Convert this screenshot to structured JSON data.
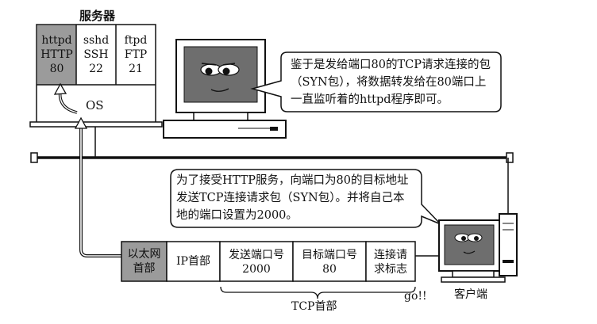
{
  "server": {
    "title": "服务器",
    "services": [
      {
        "name": "httpd",
        "protocol": "HTTP",
        "port": "80"
      },
      {
        "name": "sshd",
        "protocol": "SSH",
        "port": "22"
      },
      {
        "name": "ftpd",
        "protocol": "FTP",
        "port": "21"
      }
    ],
    "os_label": "OS"
  },
  "server_bubble": {
    "lines": [
      "鉴于是发给端口80的TCP请求连接的包",
      "（SYN包），将数据转发给在80端口上",
      "一直监听着的httpd程序即可。"
    ]
  },
  "client_bubble": {
    "lines": [
      "为了接受HTTP服务，向端口为80的目标地址",
      "发送TCP连接请求包（SYN包）。并将自己本",
      "地的端口设置为2000。"
    ]
  },
  "packet": {
    "ethernet_header": [
      "以太网",
      "首部"
    ],
    "ip_header": "IP首部",
    "src_port": {
      "label": "发送端口号",
      "value": "2000"
    },
    "dst_port": {
      "label": "目标端口号",
      "value": "80"
    },
    "syn_flag": [
      "连接请",
      "求标志"
    ],
    "tcp_header_label": "TCP首部",
    "go_label": "go!!"
  },
  "client": {
    "label": "客户端"
  },
  "colors": {
    "shaded": "#9b9b9b",
    "line": "#111111",
    "screen": "#6e6e6e"
  }
}
